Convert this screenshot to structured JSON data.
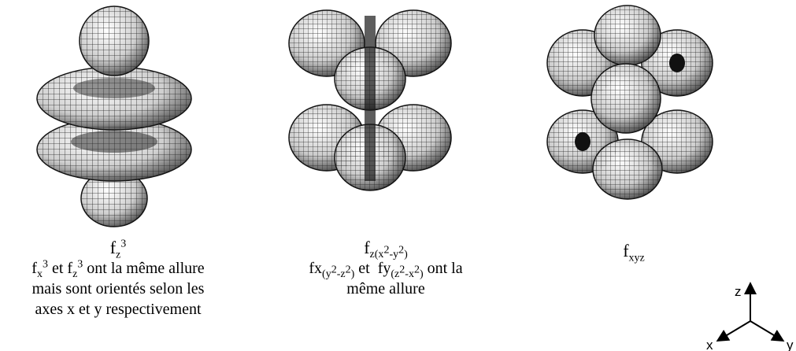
{
  "orbitals": [
    {
      "symbol": "f",
      "subscript": "z",
      "superscript": "3",
      "desc": [
        [
          "f",
          "x",
          "3",
          " et ",
          "f",
          "z",
          "3",
          " ont la même allure"
        ],
        "mais sont orientés selon les",
        "axes x et y respectivement"
      ]
    },
    {
      "symbol": "f",
      "subscript_parts": [
        "z(x",
        "2",
        "-y",
        "2",
        ")"
      ],
      "desc_line1": {
        "a_sym": "fx",
        "a_sub": [
          "(y",
          "2",
          "-z",
          "2",
          ")"
        ],
        "mid": " et  ",
        "b_sym": "fy",
        "b_sub": [
          "(z",
          "2",
          "-x",
          "2",
          ")"
        ],
        "end": " ont la"
      },
      "desc_line2": "même allure"
    },
    {
      "symbol": "f",
      "subscript": "xyz"
    }
  ],
  "axes": {
    "z": "z",
    "x": "x",
    "y": "y"
  }
}
